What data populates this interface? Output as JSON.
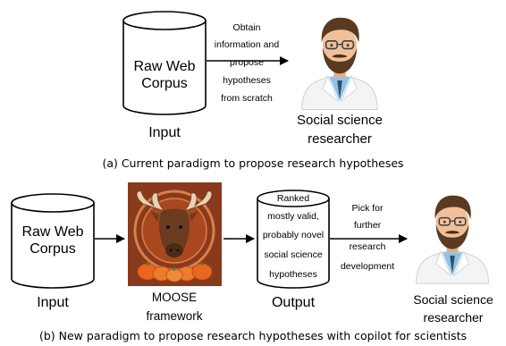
{
  "top": {
    "corpus_lines": [
      "Raw Web",
      "Corpus"
    ],
    "input_label": "Input",
    "arrow_text_lines": [
      "Obtain",
      "information and",
      "propose",
      "hypotheses",
      "from scratch"
    ],
    "researcher_lines": [
      "Social science",
      "researcher"
    ],
    "caption": "(a) Current paradigm to propose research hypotheses"
  },
  "bottom": {
    "corpus_lines": [
      "Raw Web",
      "Corpus"
    ],
    "input_label": "Input",
    "moose_lines": [
      "MOOSE",
      "framework"
    ],
    "output_cylinder_lines": [
      "Ranked",
      "mostly valid,",
      "probably novel",
      "social science",
      "hypotheses"
    ],
    "output_label": "Output",
    "arrow_text_lines": [
      "Pick for",
      "further",
      "research",
      "development"
    ],
    "researcher_lines": [
      "Social science",
      "researcher"
    ],
    "caption": "(b) New paradigm to propose research hypotheses with copilot for scientists"
  },
  "colors": {
    "moose_bg": "#8a3a1c",
    "moose_ring": "#d9804a",
    "pumpkin": "#e8661e",
    "coat": "#f2f4f6",
    "hair": "#5b3a22",
    "skin": "#f0c09a"
  },
  "icons": [
    "researcher-avatar-icon",
    "moose-logo-icon",
    "database-cylinder-icon",
    "arrow-right-icon"
  ]
}
